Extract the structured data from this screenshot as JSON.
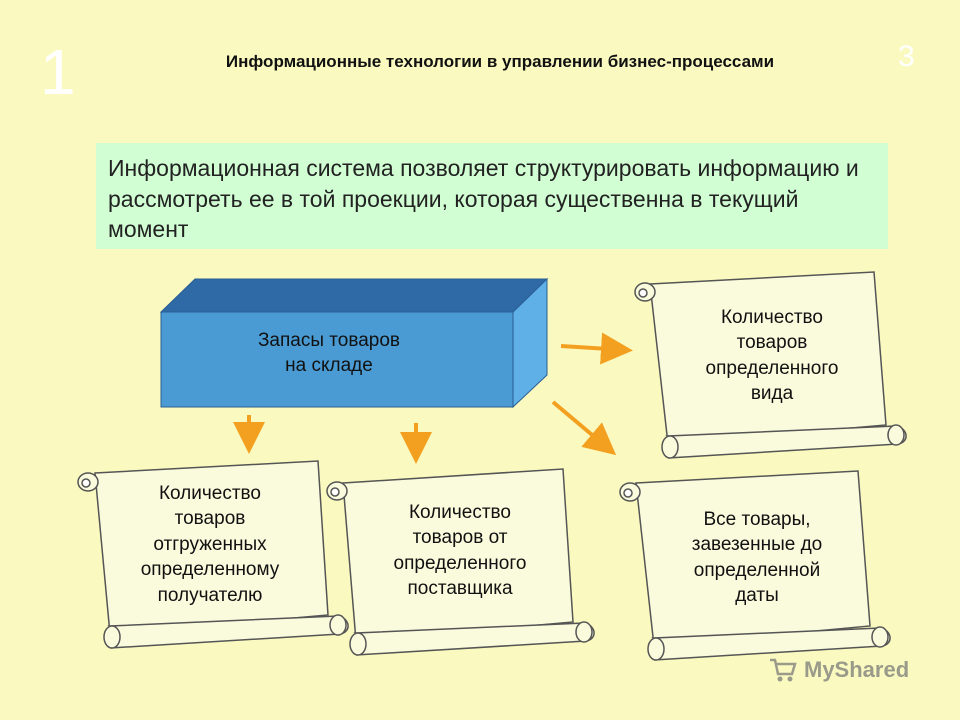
{
  "slide": {
    "number": "1",
    "number_small": "3"
  },
  "title": "Информационные технологии в управлении бизнес-процессами",
  "info_text": "Информационная система позволяет структурировать информацию и рассмотреть ее в той проекции, которая существенна в текущий момент",
  "box": {
    "line1": "Запасы товаров",
    "line2": "на складе"
  },
  "scrolls": [
    {
      "lines": [
        "Количество",
        "товаров",
        "определенного",
        "вида"
      ]
    },
    {
      "lines": [
        "Количество",
        "товаров",
        "отгруженных",
        "определенному",
        "получателю"
      ]
    },
    {
      "lines": [
        "Количество",
        "товаров от",
        "определенного",
        "поставщика"
      ]
    },
    {
      "lines": [
        "Все товары,",
        "завезенные до",
        "определенной",
        "даты"
      ]
    }
  ],
  "colors": {
    "background": "#fafac0",
    "info_box": "#d1ffd3",
    "box_front": "#4a9bd3",
    "box_top": "#2f6aa7",
    "box_side": "#5fb0e6",
    "arrow": "#f3a020",
    "scroll": "#fafadd"
  },
  "watermark": {
    "text": "MyShared",
    "icon": "shopping-cart-icon"
  }
}
